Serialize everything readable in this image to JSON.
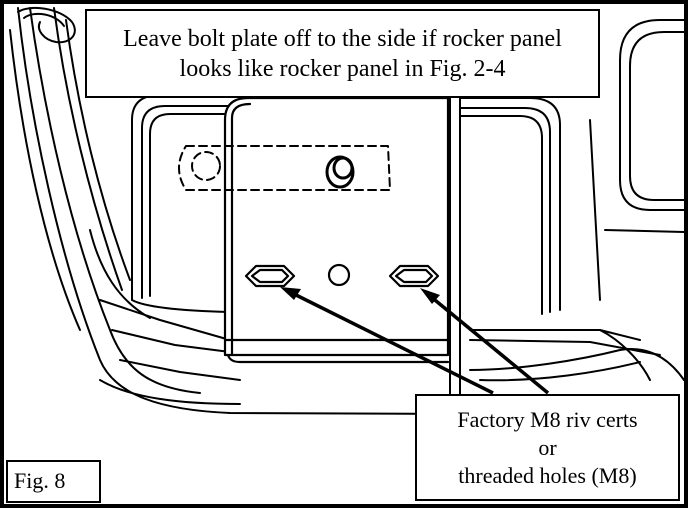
{
  "top_note": {
    "line1": "Leave bolt plate off to the side if rocker panel",
    "line2": "looks like rocker panel in Fig. 2-4"
  },
  "bottom_note": {
    "line1": "Factory M8 riv certs",
    "line2": "or",
    "line3": "threaded holes (M8)"
  },
  "figure_label": "Fig. 8",
  "colors": {
    "ink": "#000000",
    "paper": "#ffffff"
  }
}
